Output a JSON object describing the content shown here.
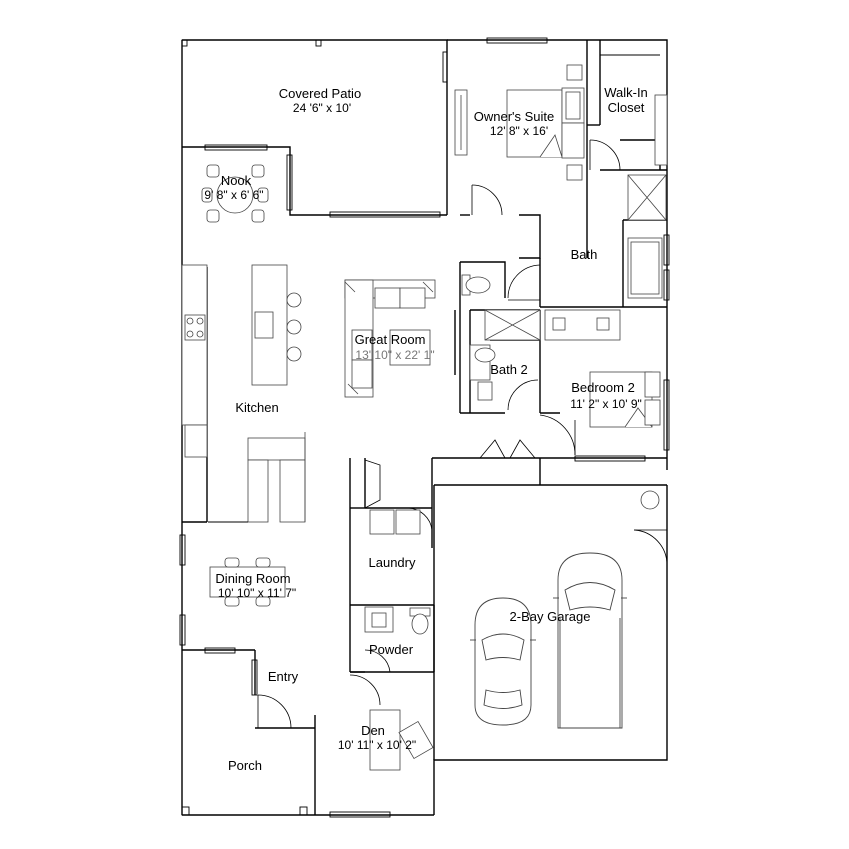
{
  "rooms": {
    "covered_patio": {
      "name": "Covered Patio",
      "dims": "24 '6\" x 10'"
    },
    "owners_suite": {
      "name": "Owner's Suite",
      "dims": "12' 8\" x 16'"
    },
    "walk_in_closet": {
      "name_line1": "Walk-In",
      "name_line2": "Closet"
    },
    "nook": {
      "name": "Nook",
      "dims": "9' 8\" x 6' 6\""
    },
    "bath": {
      "name": "Bath"
    },
    "great_room": {
      "name": "Great Room",
      "dims": "13' 10\" x 22' 1\""
    },
    "bath_2": {
      "name": "Bath 2"
    },
    "bedroom_2": {
      "name": "Bedroom 2",
      "dims": "11' 2\" x 10' 9\""
    },
    "kitchen": {
      "name": "Kitchen"
    },
    "laundry": {
      "name": "Laundry"
    },
    "dining_room": {
      "name": "Dining Room",
      "dims": "10' 10\" x 11' 7\""
    },
    "garage": {
      "name": "2-Bay Garage"
    },
    "powder": {
      "name": "Powder"
    },
    "entry": {
      "name": "Entry"
    },
    "den": {
      "name": "Den",
      "dims": "10' 11\" x 10' 2\""
    },
    "porch": {
      "name": "Porch"
    }
  },
  "colors": {
    "wall": "#000000",
    "fixture": "#444444",
    "dim_grey": "#777777"
  }
}
